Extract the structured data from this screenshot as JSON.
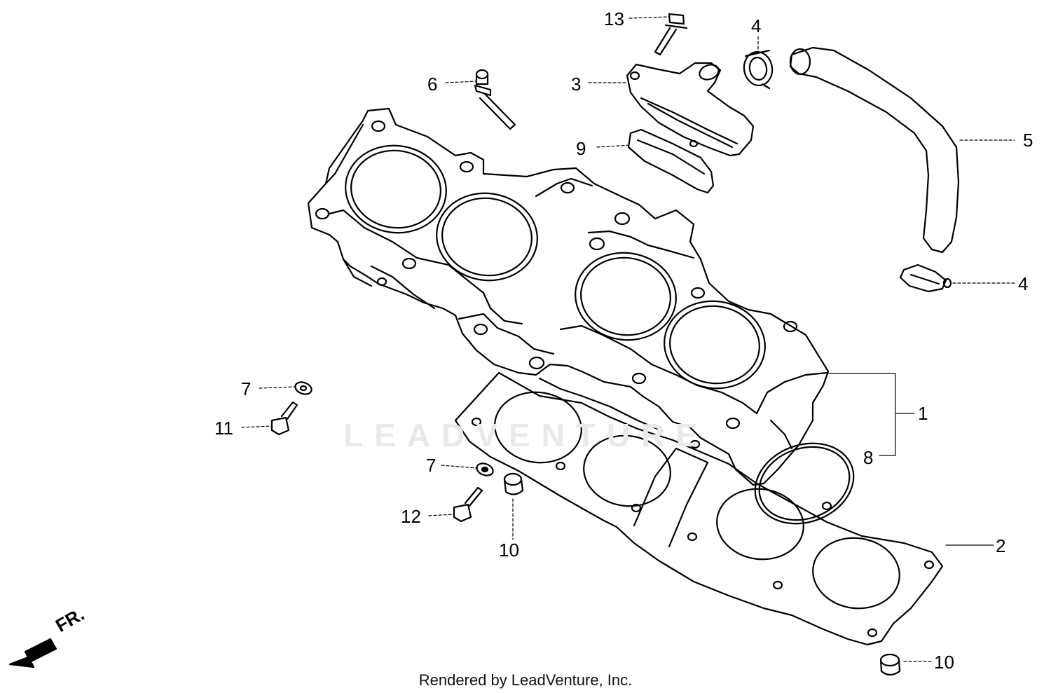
{
  "diagram": {
    "watermark": "LEADVENTURE",
    "footer": "Rendered by LeadVenture, Inc.",
    "direction_label": "FR.",
    "callouts": {
      "c13": "13",
      "c4_top": "4",
      "c6": "6",
      "c3": "3",
      "c9": "9",
      "c5": "5",
      "c4_right": "4",
      "c7_left": "7",
      "c11": "11",
      "c1": "1",
      "c8": "8",
      "c7_mid": "7",
      "c12": "12",
      "c10_mid": "10",
      "c2": "2",
      "c10_bottom": "10"
    }
  }
}
